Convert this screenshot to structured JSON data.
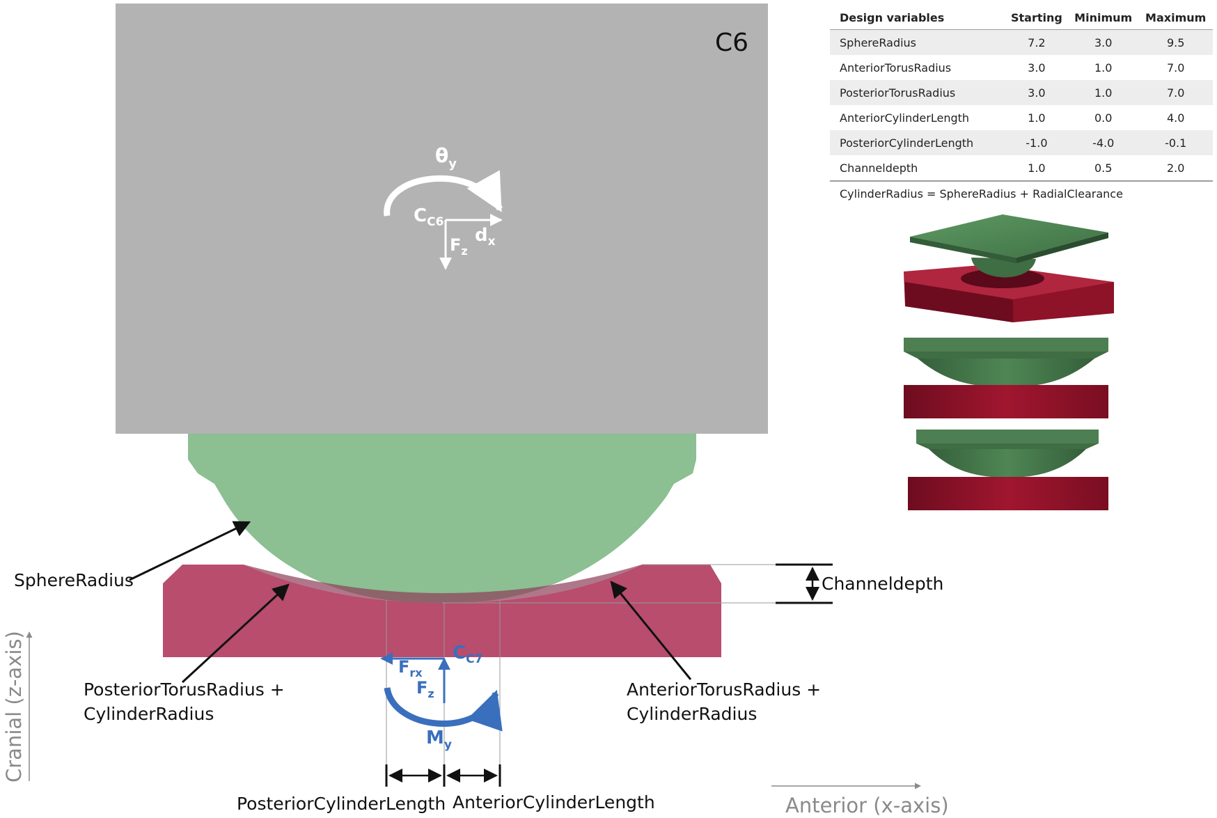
{
  "vertebra_label": "C6",
  "labels": {
    "theta": "θ",
    "theta_sub": "y",
    "c6_center": "C",
    "c6_center_sub": "C6",
    "fz_top": "F",
    "fz_top_sub": "z",
    "dx": "d",
    "dx_sub": "x",
    "c7_center": "C",
    "c7_center_sub": "C7",
    "frx": "F",
    "frx_sub": "rx",
    "fz_bottom": "F",
    "fz_bottom_sub": "z",
    "my": "M",
    "my_sub": "y",
    "sphere_radius": "SphereRadius",
    "channel_depth": "Channeldepth",
    "posterior_torus_1": "PosteriorTorusRadius +",
    "posterior_torus_2": "CylinderRadius",
    "anterior_torus_1": "AnteriorTorusRadius +",
    "anterior_torus_2": "CylinderRadius",
    "posterior_cyl_len": "PosteriorCylinderLength",
    "anterior_cyl_len": "AnteriorCylinderLength",
    "cranial_axis": "Cranial (z-axis)",
    "anterior_axis": "Anterior (x-axis)"
  },
  "table": {
    "headers": [
      "Design variables",
      "Starting",
      "Minimum",
      "Maximum"
    ],
    "rows": [
      [
        "SphereRadius",
        "7.2",
        "3.0",
        "9.5"
      ],
      [
        "AnteriorTorusRadius",
        "3.0",
        "1.0",
        "7.0"
      ],
      [
        "PosteriorTorusRadius",
        "3.0",
        "1.0",
        "7.0"
      ],
      [
        "AnteriorCylinderLength",
        "1.0",
        "0.0",
        "4.0"
      ],
      [
        "PosteriorCylinderLength",
        "-1.0",
        "-4.0",
        "-0.1"
      ],
      [
        "Channeldepth",
        "1.0",
        "0.5",
        "2.0"
      ]
    ],
    "formula": "CylinderRadius = SphereRadius + RadialClearance"
  },
  "colors": {
    "vertebra_gray": "#b3b3b3",
    "implant_green": "#8cbf92",
    "implant_red": "#b84d6e",
    "force_blue": "#3a6fbd",
    "iso_green": "#4e7f52",
    "iso_red": "#8e1228"
  }
}
